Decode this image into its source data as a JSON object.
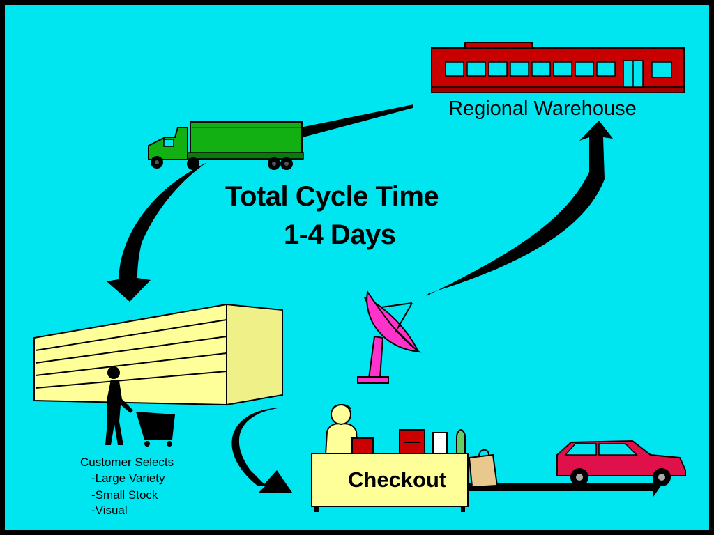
{
  "colors": {
    "background": "#00e6f0",
    "warehouse": "#c80000",
    "truck": "#12b012",
    "store": "#ffff99",
    "dish": "#ff33cc",
    "car": "#e0104a",
    "arrow": "#000000"
  },
  "title": {
    "line1": "Total Cycle Time",
    "line2": "1-4 Days"
  },
  "warehouse": {
    "label": "Regional Warehouse",
    "icon": "warehouse-building"
  },
  "truck": {
    "icon": "delivery-truck"
  },
  "store": {
    "icon": "store-shelving"
  },
  "customer": {
    "heading": "Customer Selects",
    "items": [
      "-Large Variety",
      "-Small Stock",
      "-Visual"
    ],
    "icon": "shopper-with-cart"
  },
  "satellite": {
    "icon": "satellite-dish"
  },
  "checkout": {
    "label": "Checkout",
    "icon": "checkout-counter"
  },
  "car": {
    "icon": "station-wagon"
  }
}
